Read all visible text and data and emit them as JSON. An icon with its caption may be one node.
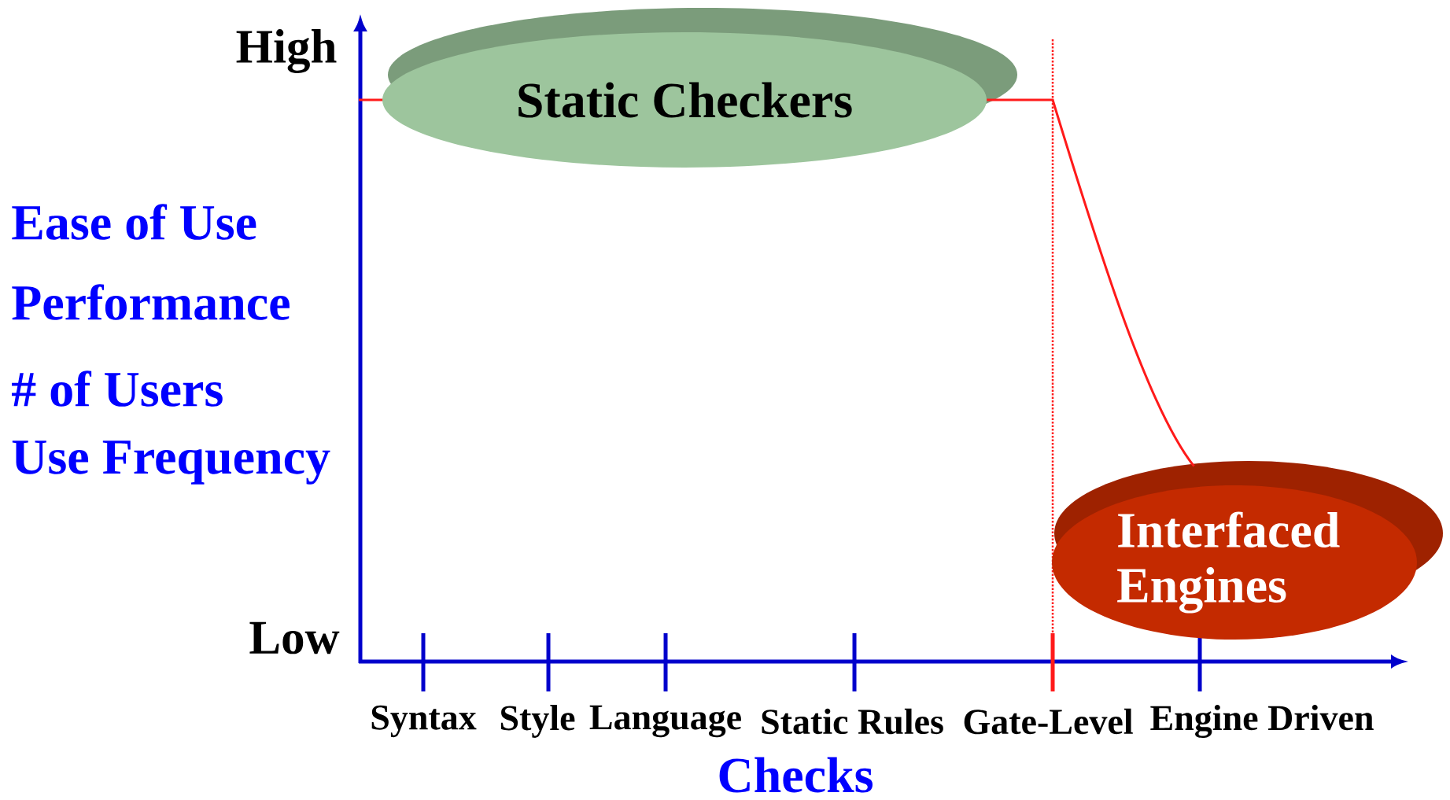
{
  "diagram": {
    "nodes": [
      {
        "text": [
          "Static Checkers"
        ]
      },
      {
        "text": [
          "Interfaced Engines"
        ]
      }
    ],
    "edges": [
      {
        "from": 0,
        "to": 1,
        "arrow": "none"
      }
    ],
    "labels": [
      "High",
      "Low",
      "Ease of Use",
      "Performance",
      "# of Users",
      "Use Frequency",
      "Syntax",
      "Style",
      "Language",
      "Static Rules",
      "Gate-Level",
      "Engine Driven",
      "Checks"
    ]
  }
}
